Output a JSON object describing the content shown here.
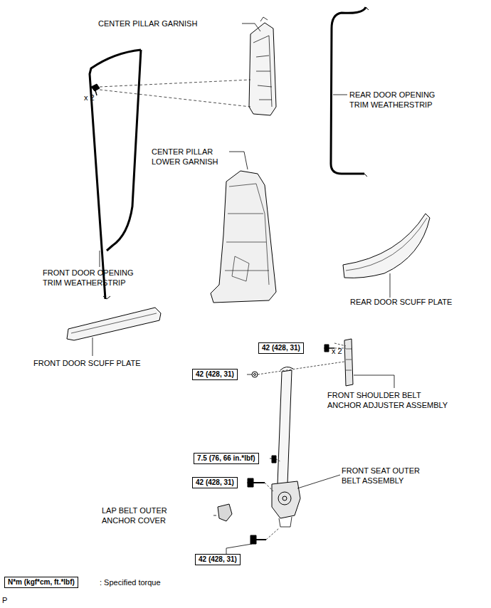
{
  "diagram": {
    "nodes": [
      {
        "text": [
          "42 (428, 31)"
        ]
      },
      {
        "text": [
          "42 (428, 31)"
        ]
      },
      {
        "text": [
          "7.5 (76, 66 in.*lbf)"
        ]
      },
      {
        "text": [
          "42 (428, 31)"
        ]
      },
      {
        "text": [
          "42 (428, 31)"
        ]
      },
      {
        "text": [
          "N*m (kgf*cm, ft.*lbf)"
        ]
      }
    ],
    "edges": [],
    "labels": [
      "CENTER PILLAR GARNISH",
      "x 2",
      "REAR DOOR OPENING TRIM WEATHERSTRIP",
      "CENTER PILLAR LOWER GARNISH",
      "FRONT DOOR OPENING TRIM WEATHERSTRIP",
      "REAR DOOR SCUFF PLATE",
      "FRONT DOOR SCUFF PLATE",
      "x 2",
      "FRONT SHOULDER BELT ANCHOR ADJUSTER ASSEMBLY",
      "FRONT SEAT OUTER BELT ASSEMBLY",
      "LAP BELT OUTER ANCHOR COVER",
      ": Specified torque",
      "P"
    ]
  }
}
